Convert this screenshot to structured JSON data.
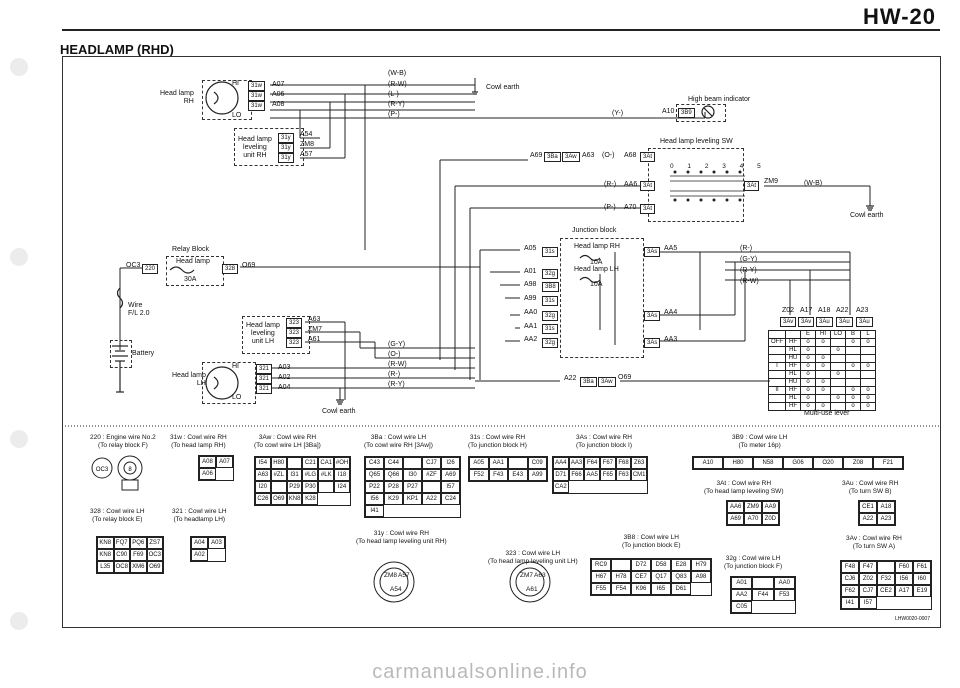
{
  "page": {
    "number": "HW-20",
    "title": "HEADLAMP (RHD)",
    "code": "LHW0020-0007"
  },
  "watermark": "carmanualsonline.info",
  "diagram": {
    "head_rh": {
      "label": "Head lamp\nRH",
      "hi": "HI",
      "lo": "LO",
      "terms": [
        "31w",
        "31w",
        "31w"
      ],
      "pins": [
        "A07",
        "A06",
        "A08"
      ]
    },
    "wires_top": [
      "(W-B)",
      "(R-W)",
      "(L-)",
      "(R-Y)",
      "(P-)"
    ],
    "cowl_earth_top": "Cowl earth",
    "hb_indicator": {
      "label": "High beam indicator",
      "wire": "(Y-)",
      "pin": "A10",
      "term": "3B9"
    },
    "leveling_rh": {
      "label": "Head lamp\nleveling\nunit RH",
      "terms": [
        "31y",
        "31y",
        "31y"
      ],
      "pins": [
        "A54",
        "ZM8",
        "A57"
      ]
    },
    "leveling_sw": {
      "label": "Head lamp leveling SW",
      "pins": [
        "A69",
        "A63",
        "A68",
        "AA6",
        "A70",
        "ZM9"
      ],
      "terms": [
        "3Ba",
        "3Aw",
        "3At",
        "3At",
        "3At",
        "3At"
      ],
      "wires": [
        "(O-)",
        "(R-)",
        "(P-)",
        "(W-B)"
      ],
      "positions": "0 1 2 3 4 5"
    },
    "cowl_earth_right": "Cowl earth",
    "junction": {
      "label": "Junction block",
      "rh": "Head lamp RH",
      "lh": "Head lamp LH",
      "amp": "10A",
      "pins_left": [
        "A05",
        "A01",
        "A98",
        "A99",
        "AA0",
        "AA1",
        "AA2"
      ],
      "terms_left": [
        "31s",
        "32g",
        "3B8",
        "31s",
        "32g",
        "31s",
        "32g"
      ],
      "pins_right": [
        "AA5",
        "AA4",
        "AA3"
      ],
      "terms_right": [
        "3As",
        "3As",
        "3As"
      ]
    },
    "relay": {
      "label": "Relay Block",
      "inner": "Head lamp",
      "amp": "30A",
      "left_pin": "OC3",
      "left_term": "220",
      "right_term": "328",
      "right_pin": "O69"
    },
    "wire_fl": "Wire\nF/L 2.0",
    "battery": "Battery",
    "leveling_lh": {
      "label": "Head lamp\nleveling\nunit LH",
      "terms": [
        "323",
        "323",
        "323"
      ],
      "pins": [
        "A63",
        "ZM7",
        "A61"
      ]
    },
    "head_lh": {
      "label": "Head lamp\nLH",
      "hi": "HI",
      "lo": "LO",
      "terms": [
        "321",
        "321",
        "321"
      ],
      "pins": [
        "A03",
        "A02",
        "A04"
      ]
    },
    "wires_bottom": [
      "(G-Y)",
      "(O-)",
      "(R-W)",
      "(R-)",
      "(R-Y)"
    ],
    "cowl_earth_bottom": "Cowl earth",
    "junction_wires": [
      "(R-)",
      "(G-Y)",
      "(R-Y)",
      "(R-W)"
    ],
    "bottom_conn": {
      "pin_a": "A22",
      "term_a": "3Ba",
      "term_b": "3Aw",
      "pin_b": "O69"
    },
    "lever": {
      "label": "Multi-use lever",
      "pins": [
        "Z02",
        "A17",
        "A18",
        "A22",
        "A23"
      ],
      "terms": [
        "3Av",
        "3Av",
        "3Au",
        "3Au",
        "3Au"
      ],
      "cols": [
        "E",
        "HI",
        "LO",
        "B",
        "L"
      ],
      "rows": [
        [
          "OFF",
          "HF"
        ],
        [
          "",
          "HL"
        ],
        [
          "",
          "HU"
        ],
        [
          "I",
          "HF"
        ],
        [
          "",
          "HL"
        ],
        [
          "",
          "HU"
        ],
        [
          "II",
          "HF"
        ],
        [
          "",
          "HL"
        ],
        [
          "",
          "HF"
        ]
      ]
    }
  },
  "connectors": [
    {
      "id": "220",
      "title": "220 : Engine wire No.2",
      "sub": "(To relay block F)"
    },
    {
      "id": "31w",
      "title": "31w : Cowl wire RH",
      "sub": "(To head lamp RH)",
      "cells": [
        "A08",
        "A07",
        "A06"
      ]
    },
    {
      "id": "3Aw",
      "title": "3Aw : Cowl wire RH",
      "sub": "(To cowl wire LH [3Ba])",
      "cells": [
        "I54",
        "H80",
        "",
        "C21",
        "CA1",
        "#OH",
        "A63",
        "#ZL",
        "I31",
        "#LG",
        "#LK",
        "I18",
        "I20",
        "",
        "P29",
        "P30",
        "",
        "I24",
        "C26",
        "O69",
        "KN8",
        "K28"
      ]
    },
    {
      "id": "3Ba",
      "title": "3Ba : Cowl wire LH",
      "sub": "(To cowl wire RH [3Aw])",
      "cells": [
        "C43",
        "C44",
        "",
        "CJ7",
        "I26",
        "Q65",
        "Q66",
        "I30",
        "#ZF",
        "A69",
        "P22",
        "P28",
        "P27",
        "",
        "I57",
        "I56",
        "K29",
        "KP1",
        "A22",
        "C24",
        "I41"
      ]
    },
    {
      "id": "31s",
      "title": "31s : Cowl wire RH",
      "sub": "(To junction block H)",
      "cells": [
        "A05",
        "AA1",
        "",
        "C09",
        "F52",
        "F43",
        "E43",
        "A99"
      ]
    },
    {
      "id": "3As",
      "title": "3As : Cowl wire RH",
      "sub": "(To junction block I)",
      "cells": [
        "AA4",
        "AA3",
        "F64",
        "F67",
        "F68",
        "Z63",
        "D71",
        "F66",
        "AA5",
        "F65",
        "F63",
        "CM1",
        "CA2"
      ]
    },
    {
      "id": "3B9",
      "title": "3B9 : Cowl wire LH",
      "sub": "(To meter 16p)",
      "cells": [
        "A10",
        "H80",
        "N58",
        "G06",
        "O20",
        "Z08",
        "F21"
      ]
    },
    {
      "id": "3At",
      "title": "3At : Cowl wire RH",
      "sub": "(To head lamp leveling SW)",
      "cells": [
        "AA6",
        "ZM9",
        "AA9",
        "A69",
        "A70",
        "Z0D"
      ]
    },
    {
      "id": "3Au",
      "title": "3Au : Cowl wire RH",
      "sub": "(To turn SW B)",
      "cells": [
        "CE1",
        "A18",
        "A22",
        "A23"
      ]
    },
    {
      "id": "328",
      "title": "328 : Cowl wire LH",
      "sub": "(To relay block E)",
      "cells": [
        "KN8",
        "FQ7",
        "PQ6",
        "ZS7",
        "KN8",
        "C90",
        "F69",
        "OC3",
        "L35",
        "OC8",
        "XM6",
        "O69"
      ]
    },
    {
      "id": "321",
      "title": "321 : Cowl wire LH",
      "sub": "(To headlamp LH)",
      "cells": [
        "A04",
        "A03",
        "A02"
      ]
    },
    {
      "id": "31y",
      "title": "31y : Cowl wire RH",
      "sub": "(To head lamp leveling unit RH)",
      "cells": [
        "ZM8",
        "A57",
        "A54"
      ]
    },
    {
      "id": "323",
      "title": "323 : Cowl wire LH",
      "sub": "(To head lamp leveling unit LH)",
      "cells": [
        "ZM7",
        "A63",
        "A61"
      ]
    },
    {
      "id": "3B8",
      "title": "3B8 : Cowl wire LH",
      "sub": "(To junction block E)",
      "cells": [
        "RC9",
        "",
        "D72",
        "D58",
        "E28",
        "H79",
        "H67",
        "H78",
        "CE7",
        "Q17",
        "Q83",
        "A98",
        "F55",
        "F54",
        "K96",
        "I65",
        "D61"
      ]
    },
    {
      "id": "32g",
      "title": "32g : Cowl wire LH",
      "sub": "(To junction block F)",
      "cells": [
        "A01",
        "",
        "AA0",
        "AA2",
        "F44",
        "F53",
        "C05"
      ]
    },
    {
      "id": "3Av",
      "title": "3Av : Cowl wire RH",
      "sub": "(To turn SW A)",
      "cells": [
        "F48",
        "F47",
        "",
        "F60",
        "F61",
        "CJ6",
        "Z02",
        "F32",
        "I56",
        "I60",
        "F62",
        "CJ7",
        "CE2",
        "A17",
        "E19",
        "I41",
        "I57"
      ]
    }
  ]
}
